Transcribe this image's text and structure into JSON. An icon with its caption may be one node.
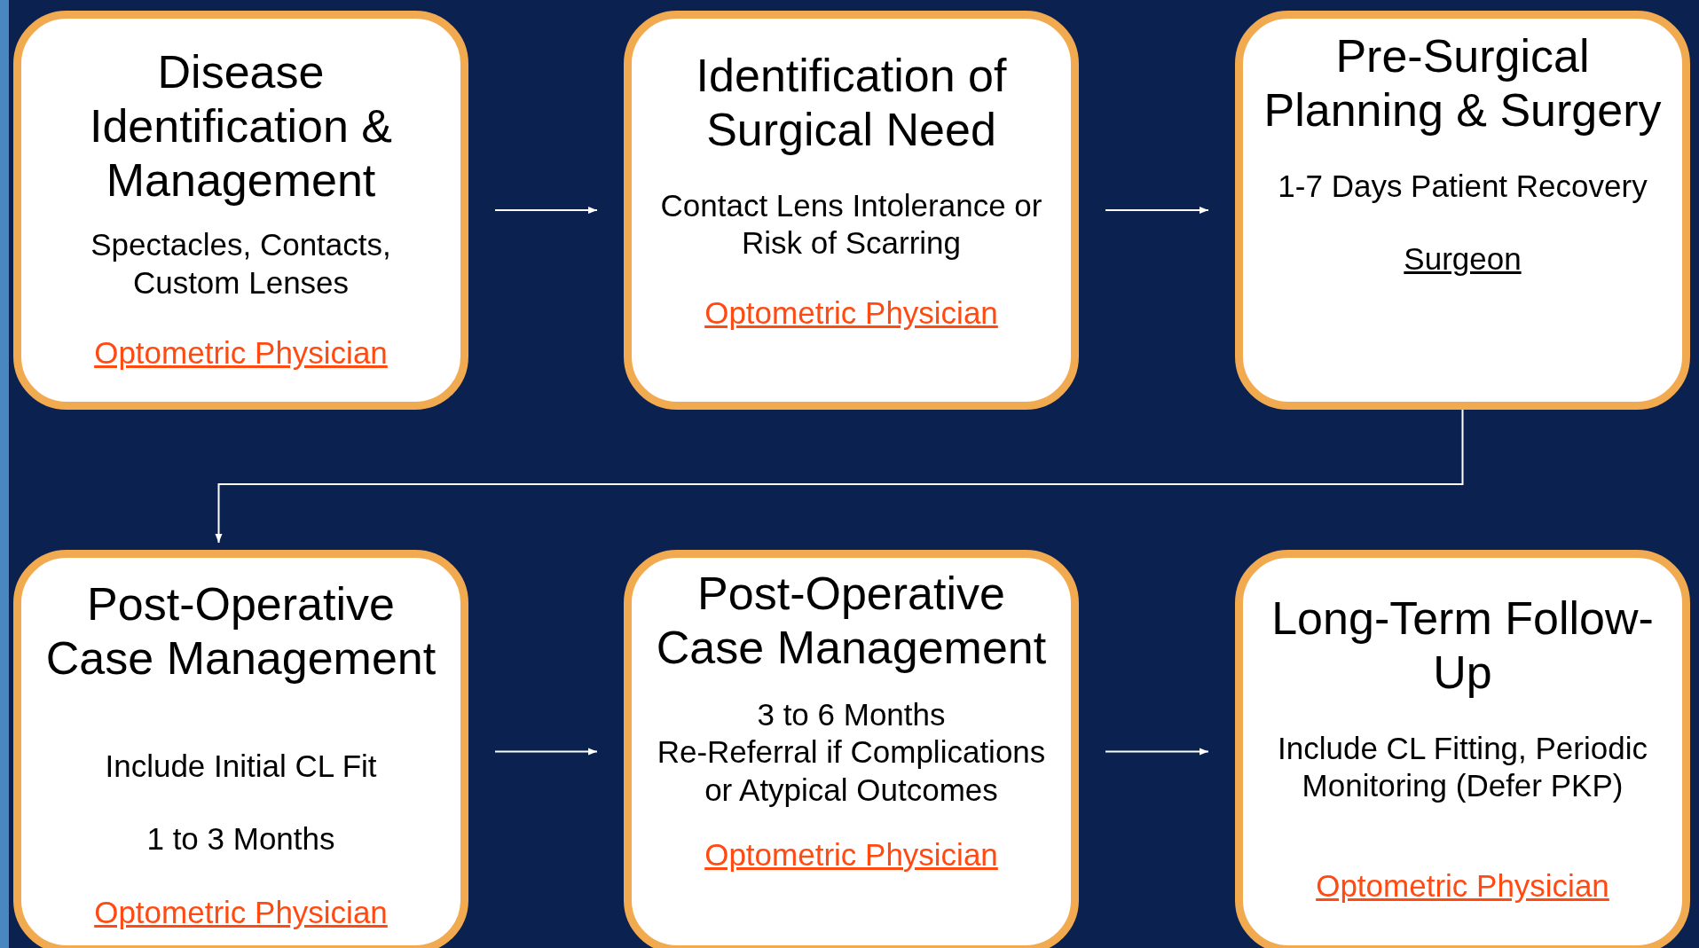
{
  "diagram": {
    "nodes": [
      {
        "text": [
          "Disease Identification & Management",
          "Spectacles, Contacts, Custom Lenses",
          "Optometric Physician"
        ]
      },
      {
        "text": [
          "Identification of Surgical Need",
          "Contact Lens Intolerance or Risk of Scarring",
          "Optometric Physician"
        ]
      },
      {
        "text": [
          "Pre-Surgical Planning & Surgery",
          "1-7 Days Patient Recovery",
          "Surgeon"
        ]
      },
      {
        "text": [
          "Post-Operative Case Management",
          "Include Initial CL Fit",
          "1 to 3 Months",
          "Optometric Physician"
        ]
      },
      {
        "text": [
          "Post-Operative Case Management",
          "3 to 6 Months",
          "Re-Referral if Complications or Atypical Outcomes",
          "Optometric Physician"
        ]
      },
      {
        "text": [
          "Long-Term Follow-Up",
          "Include CL Fitting, Periodic Monitoring (Defer PKP)",
          "Optometric Physician"
        ]
      }
    ],
    "edges": [
      {
        "from": 0,
        "to": 1,
        "arrow": "to"
      },
      {
        "from": 1,
        "to": 2,
        "arrow": "to"
      },
      {
        "from": 2,
        "to": 3,
        "arrow": "to"
      },
      {
        "from": 3,
        "to": 4,
        "arrow": "to"
      },
      {
        "from": 4,
        "to": 5,
        "arrow": "to"
      }
    ]
  }
}
